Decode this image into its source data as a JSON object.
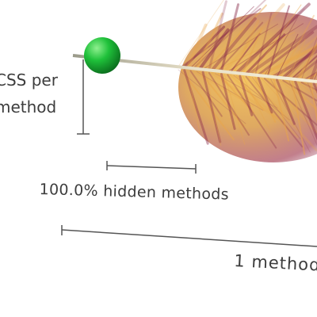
{
  "chart_data": {
    "type": "scatter",
    "y_scale_label_lines": [
      "CSS per",
      "method"
    ],
    "scale_bar_label": "100.0% hidden methods",
    "x_scale_label": "1 method",
    "points": [
      {
        "x": 1,
        "y": 1,
        "color": "#1fb83a"
      }
    ]
  },
  "colors": {
    "point": "#1fb83a",
    "axis": "#555555",
    "feather_dark": "#8a2b4a",
    "feather_light": "#e8a64a"
  }
}
